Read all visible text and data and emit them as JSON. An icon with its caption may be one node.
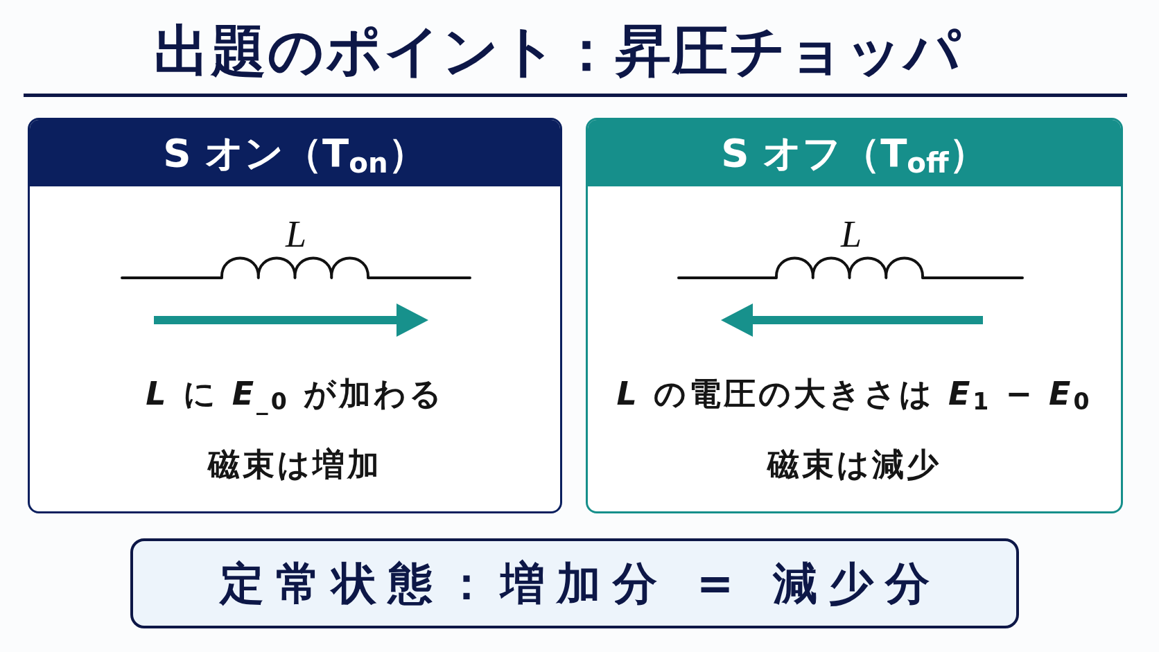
{
  "diagram": {
    "title": "出題のポイント：昇圧チョッパ",
    "nodes": [
      {
        "text": [
          "S オン（T$_{on}$）",
          "L",
          "*L* に *E*$_{_0}$ が加わる",
          "磁束は増加"
        ]
      },
      {
        "text": [
          "S オフ（T$_{off}$）",
          "L",
          "*L* の電圧の大きさは *E*$_{1}$ − *E*$_{0}$",
          "磁束は減少"
        ]
      },
      {
        "text": [
          "定常状態：増加分 = 減少分"
        ]
      }
    ]
  }
}
